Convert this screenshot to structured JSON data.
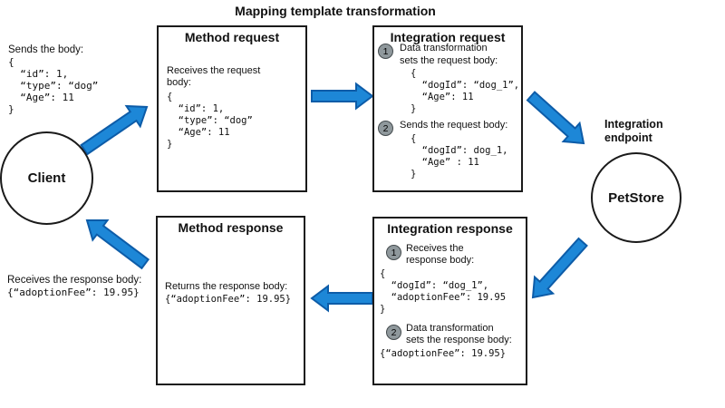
{
  "title": "Mapping template transformation",
  "client": {
    "label": "Client",
    "sends": {
      "label": "Sends the body:",
      "code": "{\n  “id”: 1,\n  “type”: “dog”\n  “Age”: 11\n}"
    },
    "receives": {
      "label": "Receives the response body:",
      "code": "{“adoptionFee”: 19.95}"
    }
  },
  "endpoint": {
    "caption": "Integration\nendpoint",
    "label": "PetStore"
  },
  "method_request": {
    "title": "Method request",
    "label": "Receives the request\nbody:",
    "code": "{\n  “id”: 1,\n  “type”: “dog”\n  “Age”: 11\n}"
  },
  "integration_request": {
    "title": "Integration request",
    "steps": [
      {
        "num": "1",
        "label": "Data transformation\nsets the request body:",
        "code": "{\n  “dogId”: “dog_1”,\n  “Age”: 11\n}"
      },
      {
        "num": "2",
        "label": "Sends the request body:",
        "code": "{\n  “dogId”: dog_1,\n  “Age” : 11\n}"
      }
    ]
  },
  "integration_response": {
    "title": "Integration response",
    "steps": [
      {
        "num": "1",
        "label": "Receives the\nresponse body:",
        "code": "{\n  “dogId”: “dog_1”,\n  “adoptionFee”: 19.95\n}"
      },
      {
        "num": "2",
        "label": "Data transformation\nsets the response body:",
        "code": "{“adoptionFee”: 19.95}"
      }
    ]
  },
  "method_response": {
    "title": "Method response",
    "label": "Returns the response body:",
    "code": "{“adoptionFee”: 19.95}"
  },
  "colors": {
    "arrow_fill": "#1d87d7",
    "arrow_stroke": "#0d5ca8",
    "badge_fill": "#8f989c"
  }
}
